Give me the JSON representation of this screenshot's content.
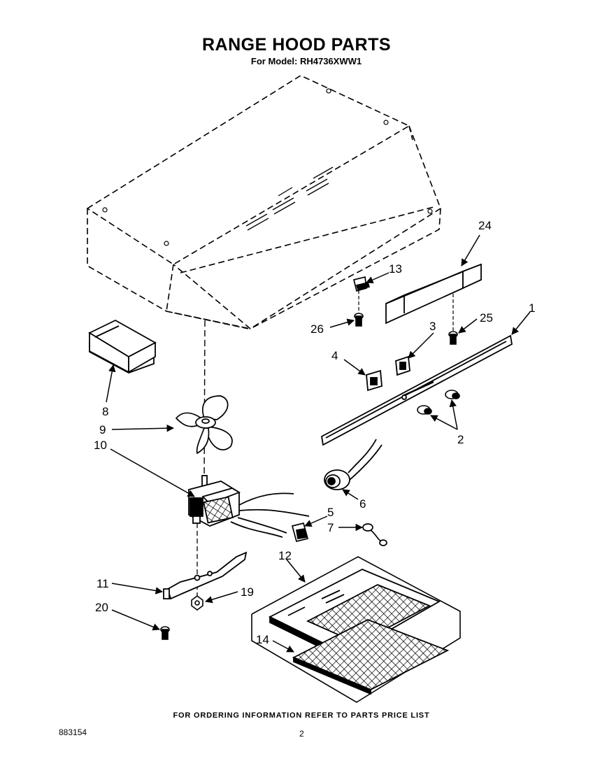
{
  "header": {
    "title": "RANGE HOOD PARTS",
    "subtitle": "For Model: RH4736XWW1"
  },
  "callouts": {
    "c1": "1",
    "c2": "2",
    "c3": "3",
    "c4": "4",
    "c5": "5",
    "c6": "6",
    "c7": "7",
    "c8": "8",
    "c9": "9",
    "c10": "10",
    "c11": "11",
    "c12": "12",
    "c13": "13",
    "c14": "14",
    "c19": "19",
    "c20": "20",
    "c24": "24",
    "c25": "25",
    "c26": "26"
  },
  "footer": {
    "note": "FOR ORDERING INFORMATION REFER TO PARTS PRICE LIST",
    "doc_number": "883154",
    "page_number": "2"
  }
}
